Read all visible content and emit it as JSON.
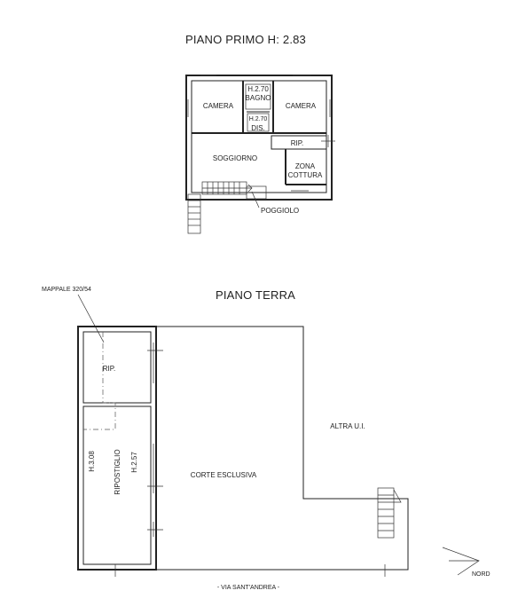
{
  "first_floor": {
    "title": "PIANO PRIMO H: 2.83",
    "rooms": {
      "camera_left": "CAMERA",
      "bagno_height": "H.2.70",
      "bagno": "BAGNO",
      "camera_right": "CAMERA",
      "dis_height": "H.2.70",
      "dis": "DIS.",
      "rip": "RIP.",
      "soggiorno": "SOGGIORNO",
      "zona": "ZONA",
      "cottura": "COTTURA",
      "poggiolo": "POGGIOLO"
    }
  },
  "ground_floor": {
    "title": "PIANO TERRA",
    "mappale": "MAPPALE 320/54",
    "rip": "RIP.",
    "ripostiglio": "RIPOSTIGLIO",
    "h_left": "H.3.08",
    "h_right": "H.2.57",
    "corte": "CORTE ESCLUSIVA",
    "altra": "ALTRA U.I.",
    "street": "- VIA SANT'ANDREA -",
    "north": "NORD"
  }
}
